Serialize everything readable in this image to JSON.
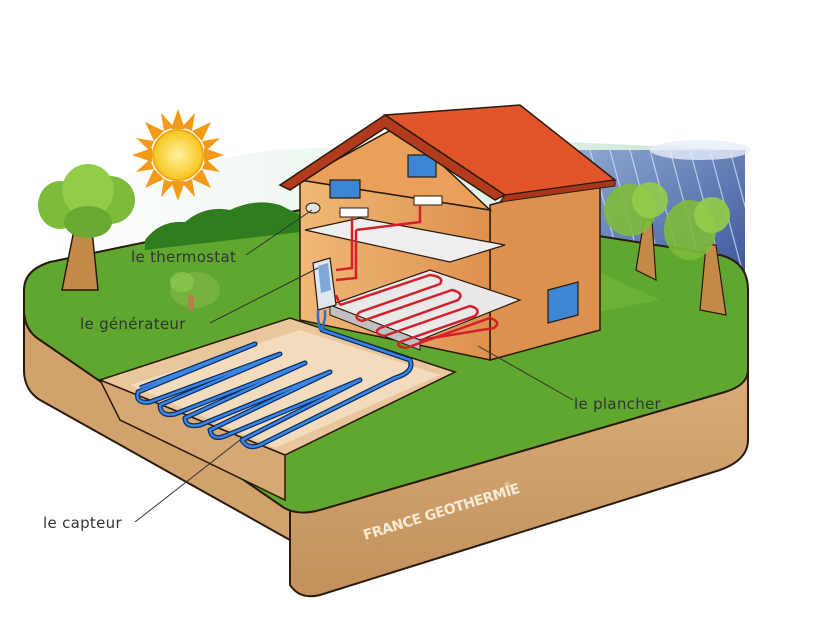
{
  "labels": {
    "thermostat": "le thermostat",
    "generateur": "le générateur",
    "plancher": "le plancher",
    "capteur": "le capteur"
  },
  "brand": {
    "name": "FRANCE GEOTHERMIE",
    "mark": "®"
  },
  "colors": {
    "soil": "#d6a874",
    "soil_dark": "#b98a58",
    "grass": "#5aa02c",
    "roof": "#e2542a",
    "wall": "#e9a463",
    "heat_pipe": "#d4202a",
    "ground_pipe": "#2f6fc9",
    "sun": "#f6c51c",
    "sky_rain": "#3b5a9e"
  }
}
